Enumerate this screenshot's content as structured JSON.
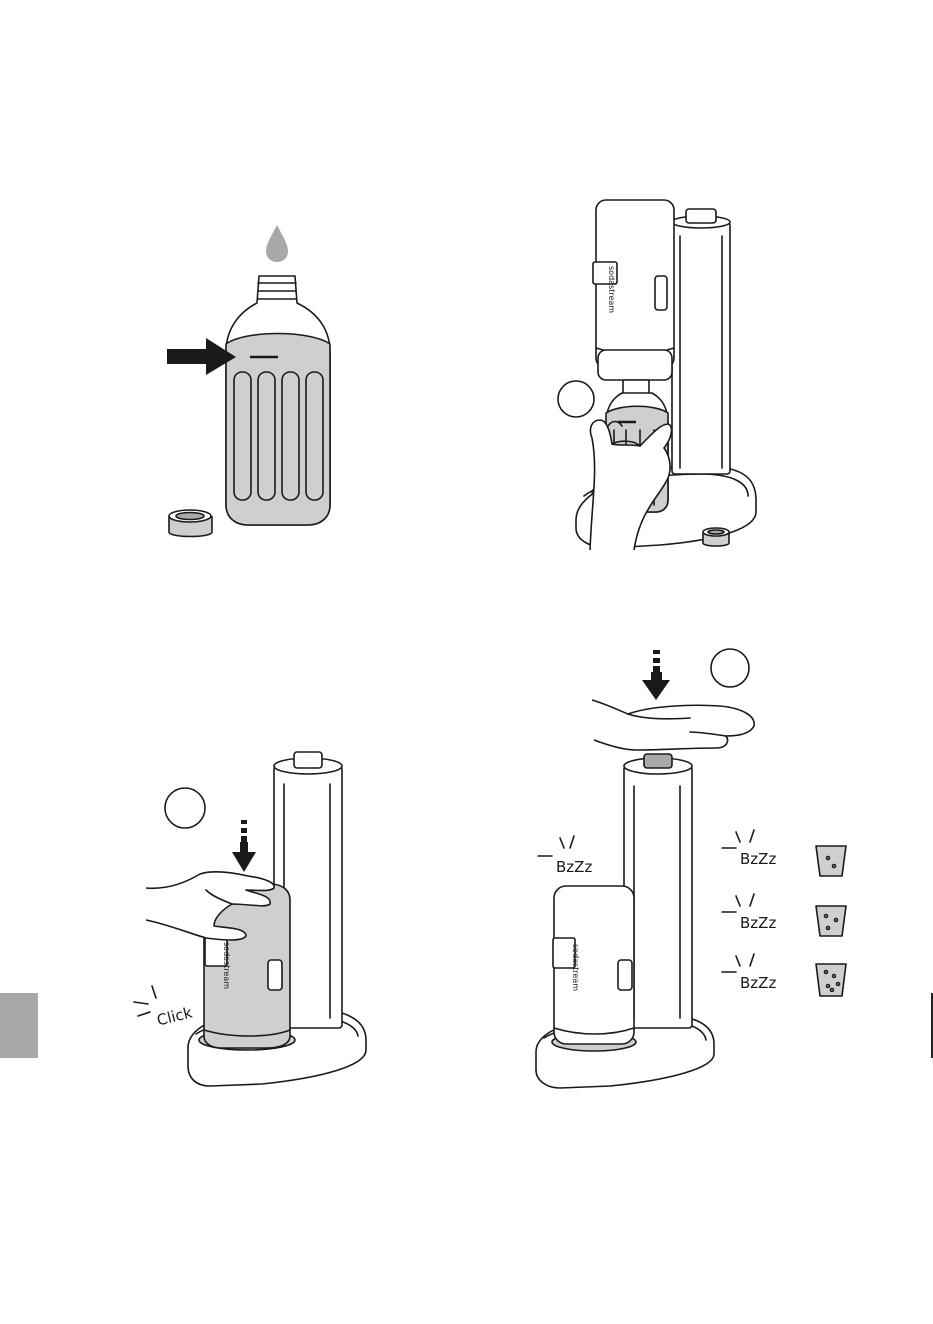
{
  "sounds": {
    "click": "Click",
    "bzzz": "BzZz"
  },
  "brand_label": "sodastream",
  "colors": {
    "line": "#1a1a1a",
    "fill_light": "#cfcfcf",
    "fill_dark": "#a9a9a9",
    "side_tab": "#a8a8a8"
  }
}
